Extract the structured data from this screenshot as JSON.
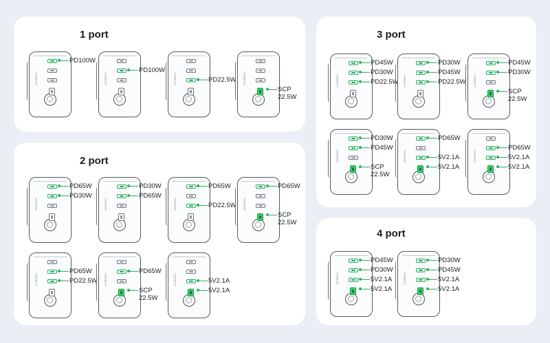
{
  "sections": {
    "one_port": {
      "title": "1 port"
    },
    "two_port": {
      "title": "2 port"
    },
    "three_port": {
      "title": "3 port"
    },
    "four_port": {
      "title": "4 port"
    }
  },
  "brand_text": "UGREEN",
  "colors": {
    "background": "#eaeef5",
    "panel": "#ffffff",
    "accent_green": "#2bb05d",
    "text": "#1d1d1f"
  },
  "configs": {
    "p1_a": {
      "labels": [
        "PD100W"
      ]
    },
    "p1_b": {
      "labels": [
        "PD100W"
      ]
    },
    "p1_c": {
      "labels": [
        "PD22.5W"
      ]
    },
    "p1_d": {
      "labels": [
        "SCP",
        "22.5W"
      ]
    },
    "p2_a": {
      "labels": [
        "PD65W",
        "PD30W"
      ]
    },
    "p2_b": {
      "labels": [
        "PD30W",
        "PD65W"
      ]
    },
    "p2_c": {
      "labels": [
        "PD65W",
        "PD22.5W"
      ]
    },
    "p2_d": {
      "labels": [
        "PD65W",
        "SCP",
        "22.5W"
      ]
    },
    "p2_e": {
      "labels": [
        "PD65W",
        "PD22.5W"
      ]
    },
    "p2_f": {
      "labels": [
        "PD65W",
        "SCP",
        "22.5W"
      ]
    },
    "p2_g": {
      "labels": [
        "5V2.1A",
        "5V2.1A"
      ]
    },
    "p3_a": {
      "labels": [
        "PD45W",
        "PD30W",
        "PD22.5W"
      ]
    },
    "p3_b": {
      "labels": [
        "PD30W",
        "PD45W",
        "PD22.5W"
      ]
    },
    "p3_c": {
      "labels": [
        "PD45W",
        "PD30W",
        "SCP",
        "22.5W"
      ]
    },
    "p3_d": {
      "labels": [
        "PD30W",
        "PD45W",
        "SCP",
        "22.5W"
      ]
    },
    "p3_e": {
      "labels": [
        "PD65W",
        "5V2.1A",
        "5V2.1A"
      ]
    },
    "p3_f": {
      "labels": [
        "PD65W",
        "5V2.1A",
        "5V2.1A"
      ]
    },
    "p4_a": {
      "labels": [
        "PD45W",
        "PD30W",
        "5V2.1A",
        "5V2.1A"
      ]
    },
    "p4_b": {
      "labels": [
        "PD30W",
        "PD45W",
        "5V2.1A",
        "5V2.1A"
      ]
    }
  }
}
